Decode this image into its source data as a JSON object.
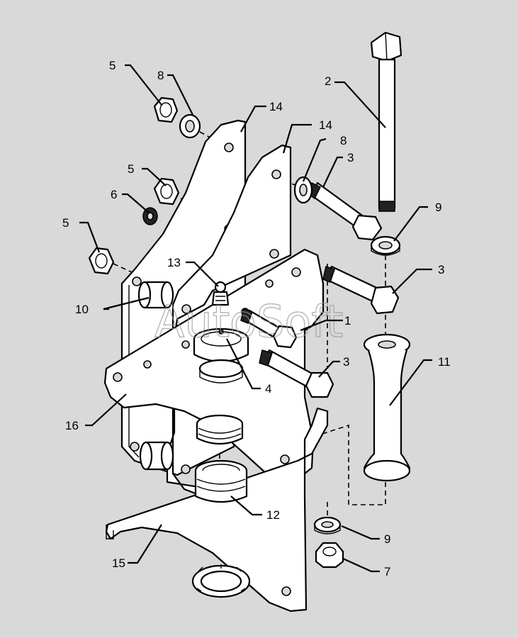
{
  "watermark": "AutoSoft",
  "callouts": [
    {
      "id": "label-1",
      "text": "1"
    },
    {
      "id": "label-2",
      "text": "2"
    },
    {
      "id": "label-3a",
      "text": "3"
    },
    {
      "id": "label-3b",
      "text": "3"
    },
    {
      "id": "label-3c",
      "text": "3"
    },
    {
      "id": "label-4",
      "text": "4"
    },
    {
      "id": "label-5a",
      "text": "5"
    },
    {
      "id": "label-5b",
      "text": "5"
    },
    {
      "id": "label-5c",
      "text": "5"
    },
    {
      "id": "label-6",
      "text": "6"
    },
    {
      "id": "label-7",
      "text": "7"
    },
    {
      "id": "label-8a",
      "text": "8"
    },
    {
      "id": "label-8b",
      "text": "8"
    },
    {
      "id": "label-9a",
      "text": "9"
    },
    {
      "id": "label-9b",
      "text": "9"
    },
    {
      "id": "label-10",
      "text": "10"
    },
    {
      "id": "label-11",
      "text": "11"
    },
    {
      "id": "label-12",
      "text": "12"
    },
    {
      "id": "label-13",
      "text": "13"
    },
    {
      "id": "label-14a",
      "text": "14"
    },
    {
      "id": "label-14b",
      "text": "14"
    },
    {
      "id": "label-15",
      "text": "15"
    },
    {
      "id": "label-16",
      "text": "16"
    }
  ]
}
